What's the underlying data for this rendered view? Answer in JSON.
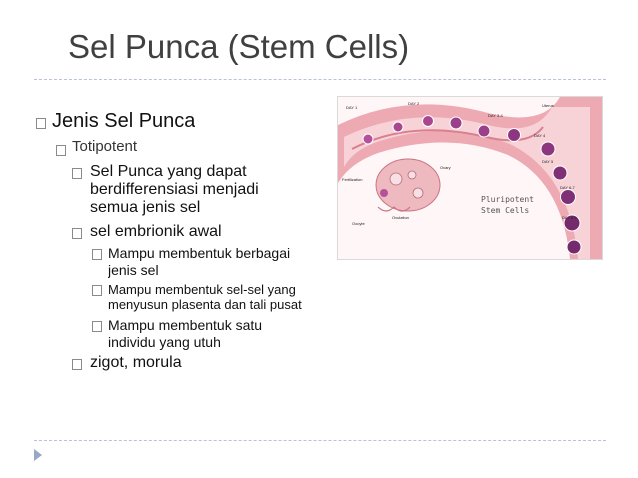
{
  "slide": {
    "title": "Sel Punca (Stem Cells)",
    "bullets": {
      "level1": "Jenis Sel Punca",
      "totipotent": "Totipotent",
      "item1_line1": "Sel Punca yang dapat",
      "item1_line2": "berdifferensiasi menjadi",
      "item1_line3": "semua jenis sel",
      "item2": "sel embrionik awal",
      "sub1_line1": "Mampu membentuk berbagai",
      "sub1_line2": "jenis sel",
      "sub2_line1": "Mampu membentuk sel-sel yang",
      "sub2_line2": "menyusun plasenta dan tali pusat",
      "sub3_line1": "Mampu membentuk satu",
      "sub3_line2": "individu yang utuh",
      "item3": "zigot, morula"
    }
  },
  "figure": {
    "label_line1": "Pluripotent",
    "label_line2": "Stem Cells",
    "stages": [
      "DAY 1",
      "DAY 2",
      "DAY 3-4",
      "DAY 4",
      "DAY 5",
      "DAY 6-7",
      "DAY 8-9",
      "Uterus",
      "Ovary",
      "Oocyte",
      "Ovulation",
      "Fertilization"
    ]
  },
  "colors": {
    "title": "#404040",
    "rule": "#b9c3d3",
    "uterus": "#e79aa5",
    "cell": "#9a3f8a"
  }
}
